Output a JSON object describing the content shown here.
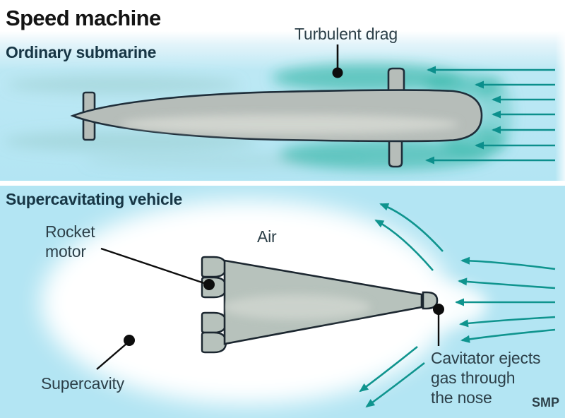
{
  "title": "Speed machine",
  "credit": "SMP",
  "panel1": {
    "heading": "Ordinary submarine",
    "callout_turbulent_drag": "Turbulent drag",
    "flow_arrow_count": 7
  },
  "panel2": {
    "heading": "Supercavitating vehicle",
    "callout_air": "Air",
    "callout_supercavity": "Supercavity",
    "callout_rocket_motor_lines": [
      "Rocket",
      "motor"
    ],
    "callout_cavitator_lines": [
      "Cavitator ejects",
      "gas through",
      "the nose"
    ]
  },
  "colors": {
    "water_blue": "#b3e5f3",
    "flow_arrow_teal": "#0c8f8c",
    "turbulence_teal": "#2cb3a2",
    "hull_grey": "#b6bdb9",
    "outline_navy": "#1f2e3a",
    "cavity_white": "#ffffff",
    "title_text": "#141414",
    "heading_text": "#173645",
    "annotation_text": "#2c3f48"
  }
}
